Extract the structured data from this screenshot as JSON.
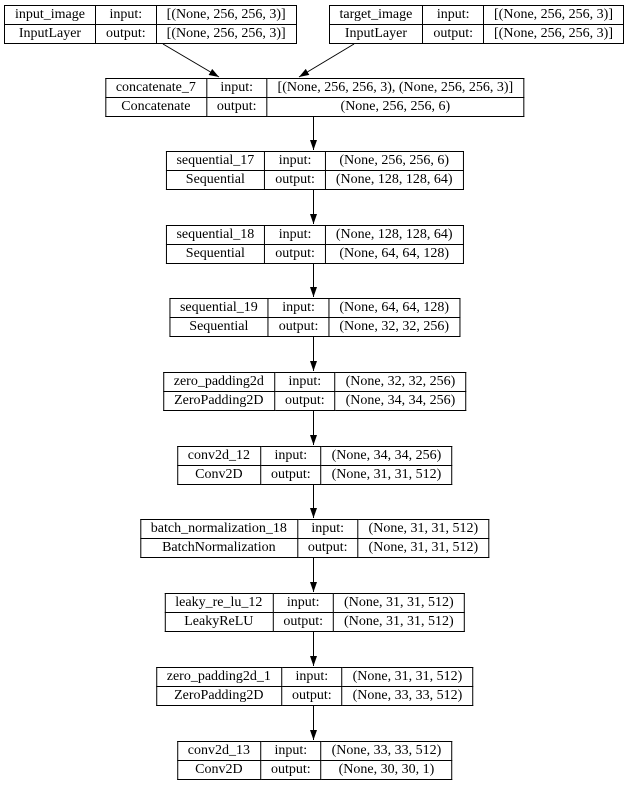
{
  "diagram": {
    "labels": {
      "input": "input:",
      "output": "output:"
    },
    "nodes": [
      {
        "name": "input_image",
        "type": "InputLayer",
        "input_shape": "[(None, 256, 256, 3)]",
        "output_shape": "[(None, 256, 256, 3)]"
      },
      {
        "name": "target_image",
        "type": "InputLayer",
        "input_shape": "[(None, 256, 256, 3)]",
        "output_shape": "[(None, 256, 256, 3)]"
      },
      {
        "name": "concatenate_7",
        "type": "Concatenate",
        "input_shape": "[(None, 256, 256, 3), (None, 256, 256, 3)]",
        "output_shape": "(None, 256, 256, 6)"
      },
      {
        "name": "sequential_17",
        "type": "Sequential",
        "input_shape": "(None, 256, 256, 6)",
        "output_shape": "(None, 128, 128, 64)"
      },
      {
        "name": "sequential_18",
        "type": "Sequential",
        "input_shape": "(None, 128, 128, 64)",
        "output_shape": "(None, 64, 64, 128)"
      },
      {
        "name": "sequential_19",
        "type": "Sequential",
        "input_shape": "(None, 64, 64, 128)",
        "output_shape": "(None, 32, 32, 256)"
      },
      {
        "name": "zero_padding2d",
        "type": "ZeroPadding2D",
        "input_shape": "(None, 32, 32, 256)",
        "output_shape": "(None, 34, 34, 256)"
      },
      {
        "name": "conv2d_12",
        "type": "Conv2D",
        "input_shape": "(None, 34, 34, 256)",
        "output_shape": "(None, 31, 31, 512)"
      },
      {
        "name": "batch_normalization_18",
        "type": "BatchNormalization",
        "input_shape": "(None, 31, 31, 512)",
        "output_shape": "(None, 31, 31, 512)"
      },
      {
        "name": "leaky_re_lu_12",
        "type": "LeakyReLU",
        "input_shape": "(None, 31, 31, 512)",
        "output_shape": "(None, 31, 31, 512)"
      },
      {
        "name": "zero_padding2d_1",
        "type": "ZeroPadding2D",
        "input_shape": "(None, 31, 31, 512)",
        "output_shape": "(None, 33, 33, 512)"
      },
      {
        "name": "conv2d_13",
        "type": "Conv2D",
        "input_shape": "(None, 33, 33, 512)",
        "output_shape": "(None, 30, 30, 1)"
      }
    ],
    "edges": [
      {
        "from": "input_image",
        "to": "concatenate_7"
      },
      {
        "from": "target_image",
        "to": "concatenate_7"
      },
      {
        "from": "concatenate_7",
        "to": "sequential_17"
      },
      {
        "from": "sequential_17",
        "to": "sequential_18"
      },
      {
        "from": "sequential_18",
        "to": "sequential_19"
      },
      {
        "from": "sequential_19",
        "to": "zero_padding2d"
      },
      {
        "from": "zero_padding2d",
        "to": "conv2d_12"
      },
      {
        "from": "conv2d_12",
        "to": "batch_normalization_18"
      },
      {
        "from": "batch_normalization_18",
        "to": "leaky_re_lu_12"
      },
      {
        "from": "leaky_re_lu_12",
        "to": "zero_padding2d_1"
      },
      {
        "from": "zero_padding2d_1",
        "to": "conv2d_13"
      }
    ],
    "colors": {
      "border": "#000000",
      "text": "#000000",
      "background": "#ffffff"
    }
  }
}
